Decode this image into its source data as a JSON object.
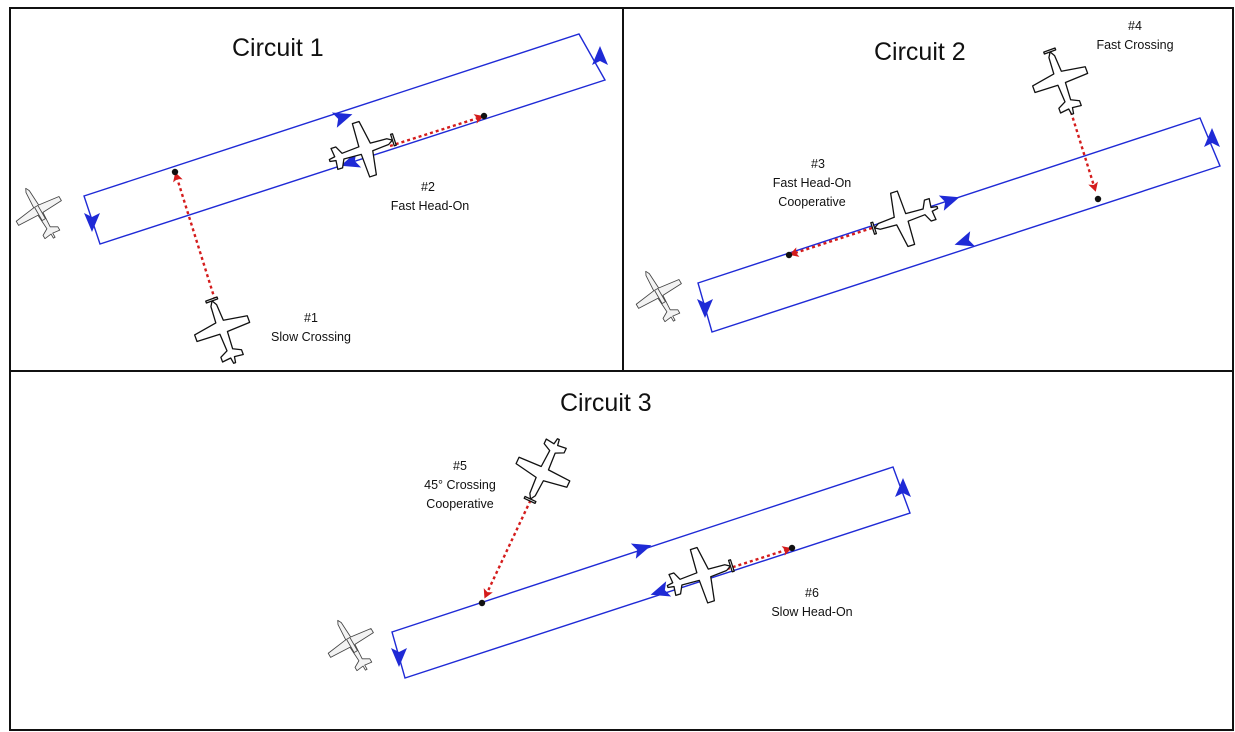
{
  "panels": [
    {
      "title": "Circuit 1"
    },
    {
      "title": "Circuit 2"
    },
    {
      "title": "Circuit 3"
    }
  ],
  "encounters": [
    {
      "number": "#1",
      "description": "Slow Crossing"
    },
    {
      "number": "#2",
      "description": "Fast Head-On"
    },
    {
      "number": "#3",
      "description": "Fast Head-On",
      "description2": "Cooperative"
    },
    {
      "number": "#4",
      "description": "Fast Crossing"
    },
    {
      "number": "#5",
      "description": "45° Crossing",
      "description2": "Cooperative"
    },
    {
      "number": "#6",
      "description": "Slow Head-On"
    }
  ],
  "colors": {
    "circuit": "#1f2ad6",
    "intruder_path": "#d41c1c",
    "frame": "#111111"
  },
  "icons": [
    "airplane-icon",
    "direction-arrow-icon",
    "waypoint-dot-icon"
  ]
}
